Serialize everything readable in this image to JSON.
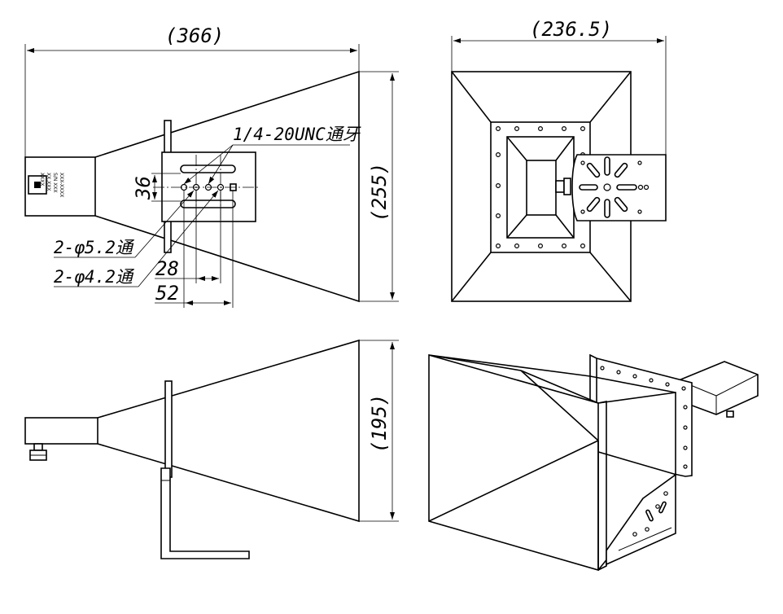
{
  "views": {
    "top_left": {
      "overall_length": "(366)",
      "mouth_height": "(255)",
      "dim_36": "36",
      "dim_28": "28",
      "dim_52": "52",
      "thread_note": "1/4-20UNC通牙",
      "hole_note_1": "2-φ5.2通",
      "hole_note_2": "2-φ4.2通",
      "nameplate_lines": [
        "XXX-XXXX",
        "S/N XXX",
        "XX.XXX",
        "XXXX"
      ]
    },
    "top_right": {
      "overall_width": "(236.5)"
    },
    "bottom_left": {
      "mouth_height": "(195)"
    }
  }
}
